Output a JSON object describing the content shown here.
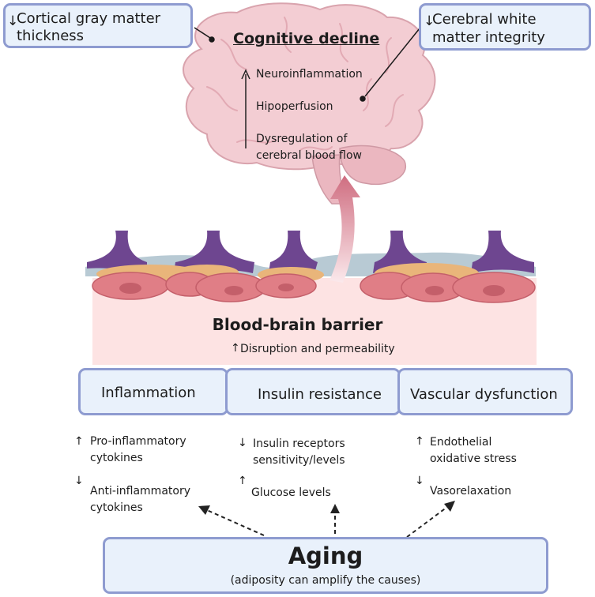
{
  "top_left_box": {
    "arrow": "↓",
    "text_line1": "Cortical gray matter",
    "text_line2": "thickness"
  },
  "top_right_box": {
    "arrow": "↓",
    "text_line1": "Cerebral white",
    "text_line2": "matter integrity"
  },
  "brain": {
    "title": "Cognitive decline",
    "items": [
      "Neuroinflammation",
      "Hipoperfusion",
      "Dysregulation of",
      "cerebral blood flow"
    ]
  },
  "bbb": {
    "title": "Blood-brain barrier",
    "arrow": "↑",
    "subtitle": "Disruption and permeability"
  },
  "factors": {
    "inflammation": "Inflammation",
    "insulin": "Insulin resistance",
    "vascular": "Vascular dysfunction"
  },
  "effects": {
    "inflammation": [
      {
        "arrow": "↑",
        "line1": "Pro-inflammatory",
        "line2": "cytokines"
      },
      {
        "arrow": "↓",
        "line1": "Anti-inflammatory",
        "line2": "cytokines"
      }
    ],
    "insulin": [
      {
        "arrow": "↓",
        "line1": "Insulin receptors",
        "line2": "sensitivity/levels"
      },
      {
        "arrow": "↑",
        "line1": "Glucose levels"
      }
    ],
    "vascular": [
      {
        "arrow": "↑",
        "line1": "Endothelial",
        "line2": "oxidative stress"
      },
      {
        "arrow": "↓",
        "line1": "Vasorelaxation"
      }
    ]
  },
  "aging": {
    "title": "Aging",
    "subtitle": "(adiposity can amplify the causes)"
  },
  "colors": {
    "box_fill": "#e9f1fb",
    "box_border": "#8e9bd0",
    "brain_fill": "#f3cdd3",
    "brain_outline": "#d9a3ad",
    "barrier_fill": "#fde3e3",
    "neuron_purple": "#6e4690",
    "cell_red": "#e07e86",
    "cell_orange": "#e9b57a",
    "arrow_red": "#d27c8a"
  }
}
